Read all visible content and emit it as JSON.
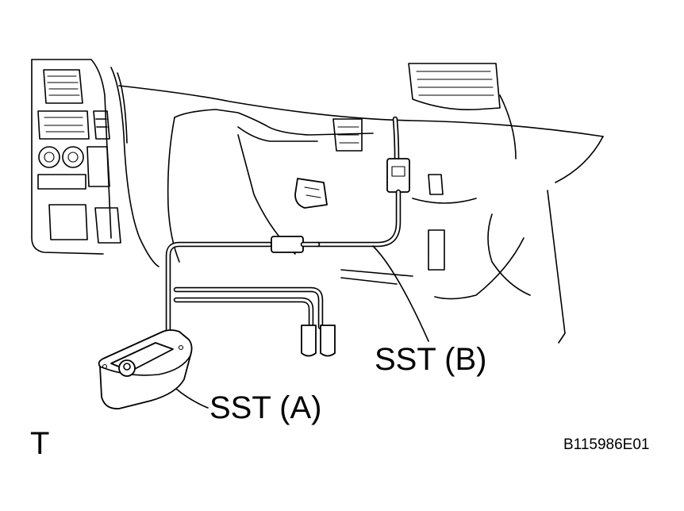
{
  "labels": {
    "sst_a": "SST (A)",
    "sst_b": "SST (B)",
    "view_letter": "T",
    "figure_code": "B115986E01"
  },
  "colors": {
    "line": "#000000",
    "background": "#ffffff"
  }
}
